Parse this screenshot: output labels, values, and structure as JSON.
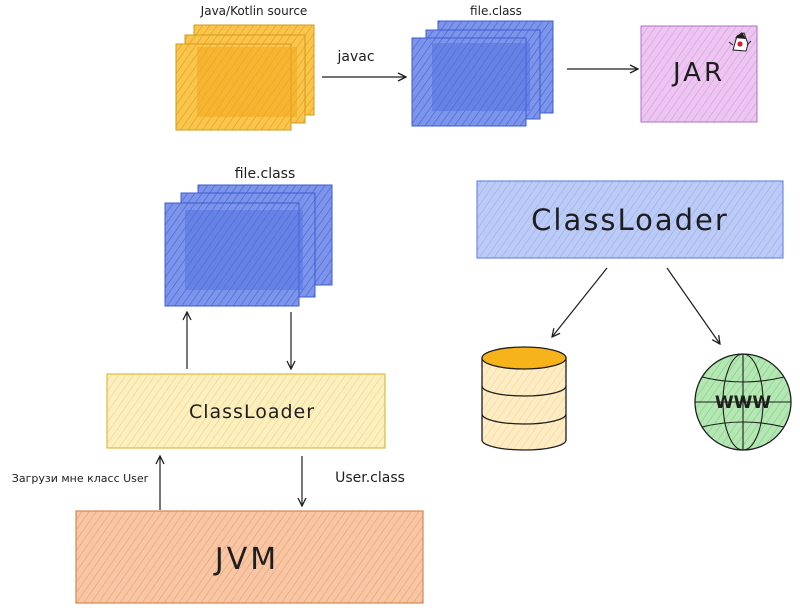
{
  "top_flow": {
    "source_label": "Java/Kotlin source",
    "compiler_label": "javac",
    "class_label": "file.class",
    "jar_label": "JAR"
  },
  "left_flow": {
    "class_label": "file.class",
    "classloader_label": "ClassLoader",
    "request_label": "Загрузи мне класс User",
    "response_label": "User.class",
    "jvm_label": "JVM"
  },
  "right_flow": {
    "classloader_label": "ClassLoader",
    "web_label": "WWW"
  },
  "colors": {
    "source_fill": "#f5b325",
    "class_fill": "#5f7fe6",
    "jar_fill": "#e4b8ec",
    "classloader_yellow": "#fbeaa8",
    "classloader_blue": "#aebff2",
    "jvm_fill": "#f4b58d",
    "db_fill": "#fde7b4",
    "db_top": "#f6b31a",
    "web_fill": "#a6e0a6"
  },
  "icons": {
    "db": "database-icon",
    "web": "globe-icon",
    "jar": "java-mascot-icon"
  }
}
